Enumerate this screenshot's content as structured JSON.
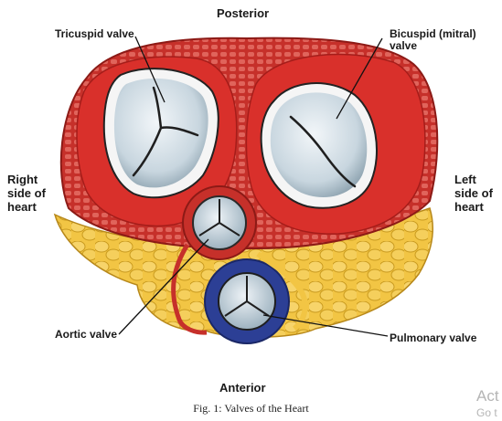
{
  "labels": {
    "posterior": "Posterior",
    "anterior": "Anterior",
    "tricuspid": "Tricuspid valve",
    "bicuspid_line1": "Bicuspid (mitral)",
    "bicuspid_line2": "valve",
    "right_line1": "Right",
    "right_line2": "side of",
    "right_line3": "heart",
    "left_line1": "Left",
    "left_line2": "side of",
    "left_line3": "heart",
    "aortic": "Aortic valve",
    "pulmonary": "Pulmonary valve"
  },
  "caption": "Fig. 1: Valves of the Heart",
  "watermark": {
    "line1": "Act",
    "line2": "Go t"
  },
  "colors": {
    "fat": "#f2c544",
    "muscle": "#d9302b",
    "muscle_dark": "#a51d1a",
    "valve": "#cfdbe3",
    "pulmonary_ring": "#2c3f95"
  }
}
